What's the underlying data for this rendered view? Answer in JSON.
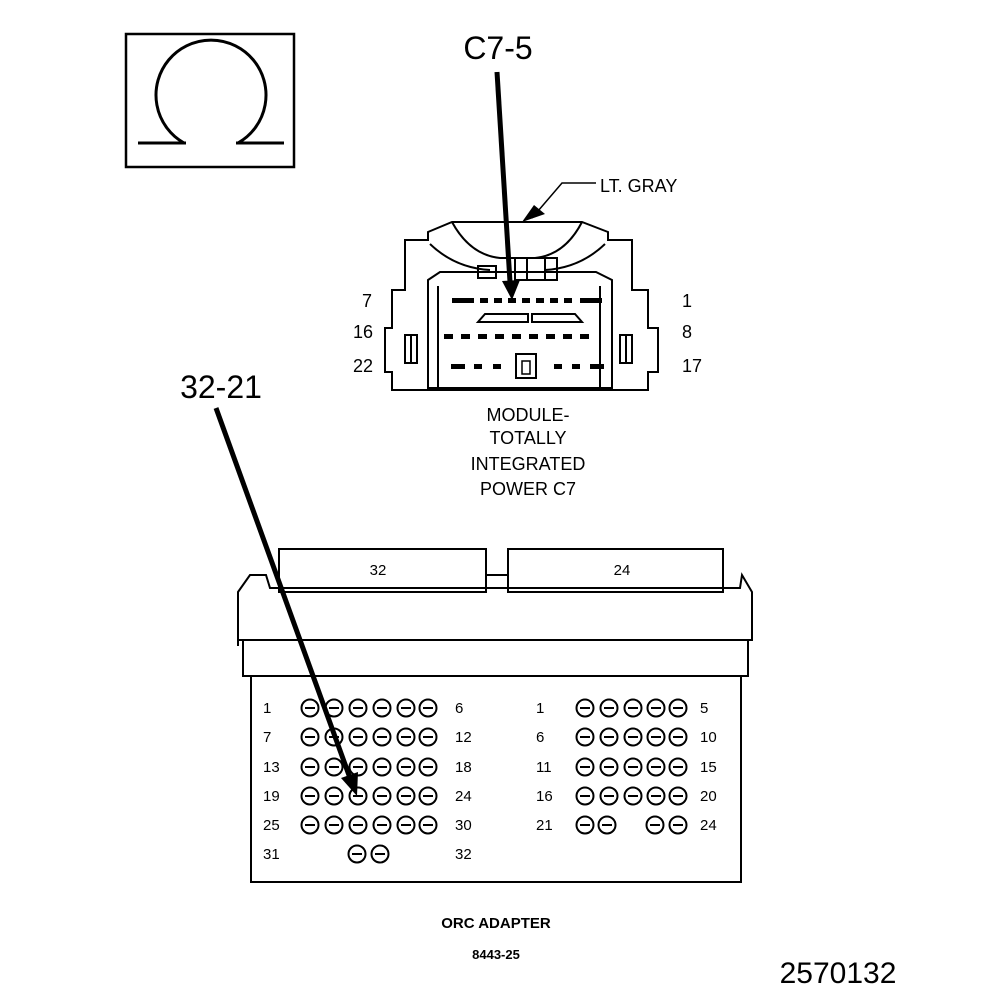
{
  "symbol": {
    "icon": "ohm-icon"
  },
  "c7_connector": {
    "callout": "C7-5",
    "color_label": "LT. GRAY",
    "pin_labels": {
      "row1_left": "7",
      "row1_right": "1",
      "row2_left": "16",
      "row2_right": "8",
      "row3_left": "22",
      "row3_right": "17"
    },
    "caption_lines": [
      "MODULE-",
      "TOTALLY",
      "INTEGRATED",
      "POWER C7"
    ]
  },
  "orc_adapter": {
    "callout": "32-21",
    "block_left_label": "32",
    "block_right_label": "24",
    "left_rows": [
      {
        "start": "1",
        "end": "6"
      },
      {
        "start": "7",
        "end": "12"
      },
      {
        "start": "13",
        "end": "18"
      },
      {
        "start": "19",
        "end": "24"
      },
      {
        "start": "25",
        "end": "30"
      },
      {
        "start": "31",
        "end": "32"
      }
    ],
    "right_rows": [
      {
        "start": "1",
        "end": "5"
      },
      {
        "start": "6",
        "end": "10"
      },
      {
        "start": "11",
        "end": "15"
      },
      {
        "start": "16",
        "end": "20"
      },
      {
        "start": "21",
        "end": "24"
      }
    ],
    "caption": "ORC ADAPTER",
    "part_number": "8443-25"
  },
  "figure_number": "2570132"
}
